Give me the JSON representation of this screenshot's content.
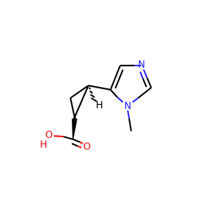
{
  "molecule": {
    "atoms": {
      "n_imine": {
        "symbol": "N",
        "color": "#2626ff"
      },
      "n_methyl": {
        "symbol": "N",
        "color": "#2626ff"
      },
      "h_upper": {
        "symbol": "H",
        "color": "#000000"
      },
      "o_hydroxyl": {
        "symbol": "O",
        "color": "#ff0d0d"
      },
      "h_hydroxyl": {
        "symbol": "H",
        "color": "#ff0d0d"
      },
      "o_carbonyl": {
        "symbol": "O",
        "color": "#ff0d0d"
      }
    }
  }
}
